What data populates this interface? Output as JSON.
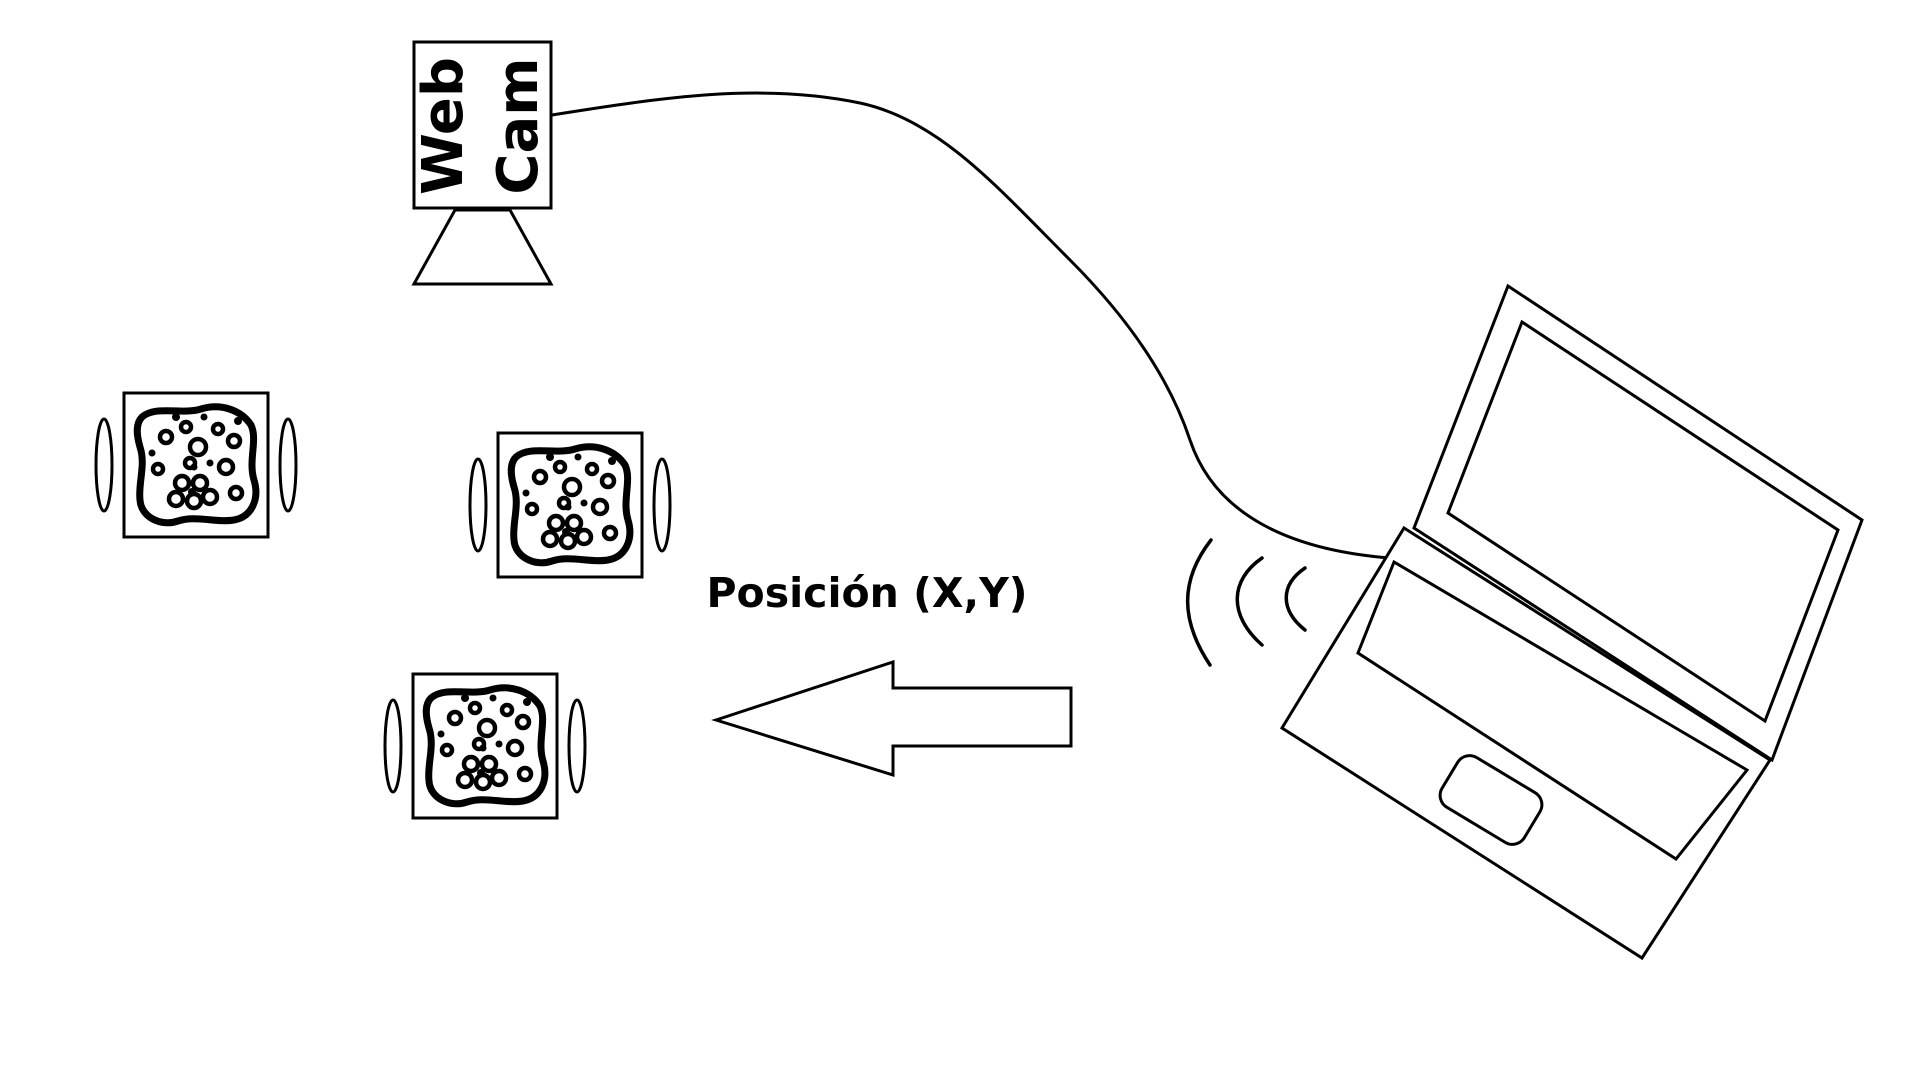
{
  "webcam": {
    "label_line1": "Web",
    "label_line2": "Cam"
  },
  "arrow": {
    "label": "Posición (X,Y)"
  },
  "colors": {
    "stroke": "#000000",
    "background": "#ffffff"
  },
  "icons": {
    "webcam": "webcam-icon",
    "laptop": "laptop-icon",
    "robot": "robot-icon",
    "wireless": "wireless-signal-icon",
    "arrow": "arrow-left-icon"
  }
}
